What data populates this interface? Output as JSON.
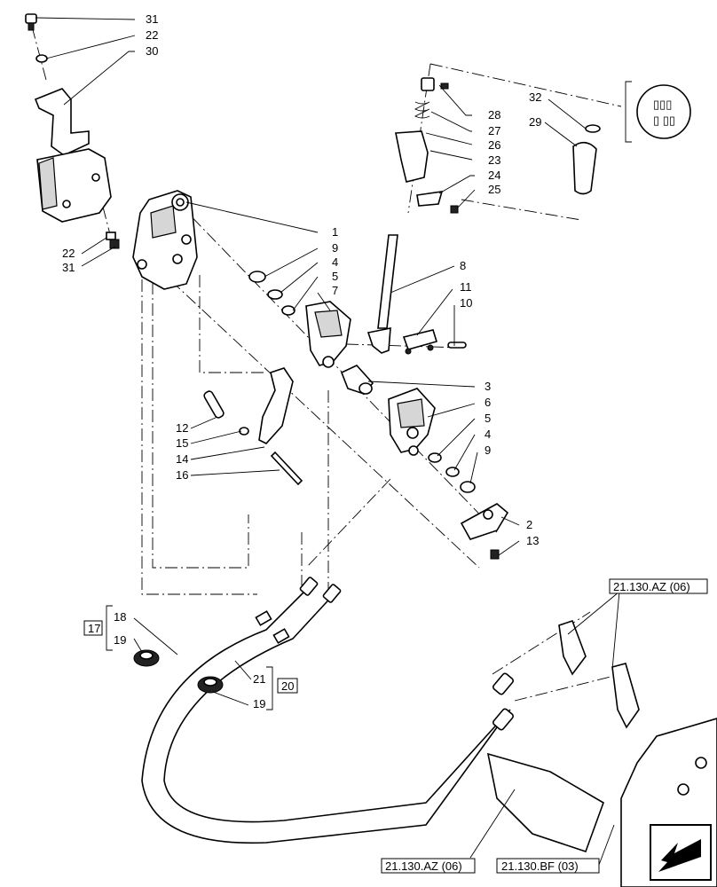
{
  "callouts": [
    {
      "id": "c31a",
      "text": "31"
    },
    {
      "id": "c22a",
      "text": "22"
    },
    {
      "id": "c30",
      "text": "30"
    },
    {
      "id": "c22b",
      "text": "22"
    },
    {
      "id": "c31b",
      "text": "31"
    },
    {
      "id": "c28",
      "text": "28"
    },
    {
      "id": "c27",
      "text": "27"
    },
    {
      "id": "c26",
      "text": "26"
    },
    {
      "id": "c23",
      "text": "23"
    },
    {
      "id": "c24",
      "text": "24"
    },
    {
      "id": "c25",
      "text": "25"
    },
    {
      "id": "c32",
      "text": "32"
    },
    {
      "id": "c29",
      "text": "29"
    },
    {
      "id": "c1",
      "text": "1"
    },
    {
      "id": "c9a",
      "text": "9"
    },
    {
      "id": "c4a",
      "text": "4"
    },
    {
      "id": "c5a",
      "text": "5"
    },
    {
      "id": "c7",
      "text": "7"
    },
    {
      "id": "c8",
      "text": "8"
    },
    {
      "id": "c11",
      "text": "11"
    },
    {
      "id": "c10",
      "text": "10"
    },
    {
      "id": "c3",
      "text": "3"
    },
    {
      "id": "c6",
      "text": "6"
    },
    {
      "id": "c5b",
      "text": "5"
    },
    {
      "id": "c4b",
      "text": "4"
    },
    {
      "id": "c9b",
      "text": "9"
    },
    {
      "id": "c2",
      "text": "2"
    },
    {
      "id": "c13",
      "text": "13"
    },
    {
      "id": "c12",
      "text": "12"
    },
    {
      "id": "c15",
      "text": "15"
    },
    {
      "id": "c14",
      "text": "14"
    },
    {
      "id": "c16",
      "text": "16"
    },
    {
      "id": "c18",
      "text": "18"
    },
    {
      "id": "c19a",
      "text": "19"
    },
    {
      "id": "c17",
      "text": "17"
    },
    {
      "id": "c21",
      "text": "21"
    },
    {
      "id": "c20",
      "text": "20"
    },
    {
      "id": "c19b",
      "text": "19"
    }
  ],
  "references": {
    "ref_top": "21.130.AZ (06)",
    "ref_bottom_left": "21.130.AZ (06)",
    "ref_bottom_right": "21.130.BF (03)"
  },
  "nav": {
    "icon": "arrow-down-left-icon"
  }
}
